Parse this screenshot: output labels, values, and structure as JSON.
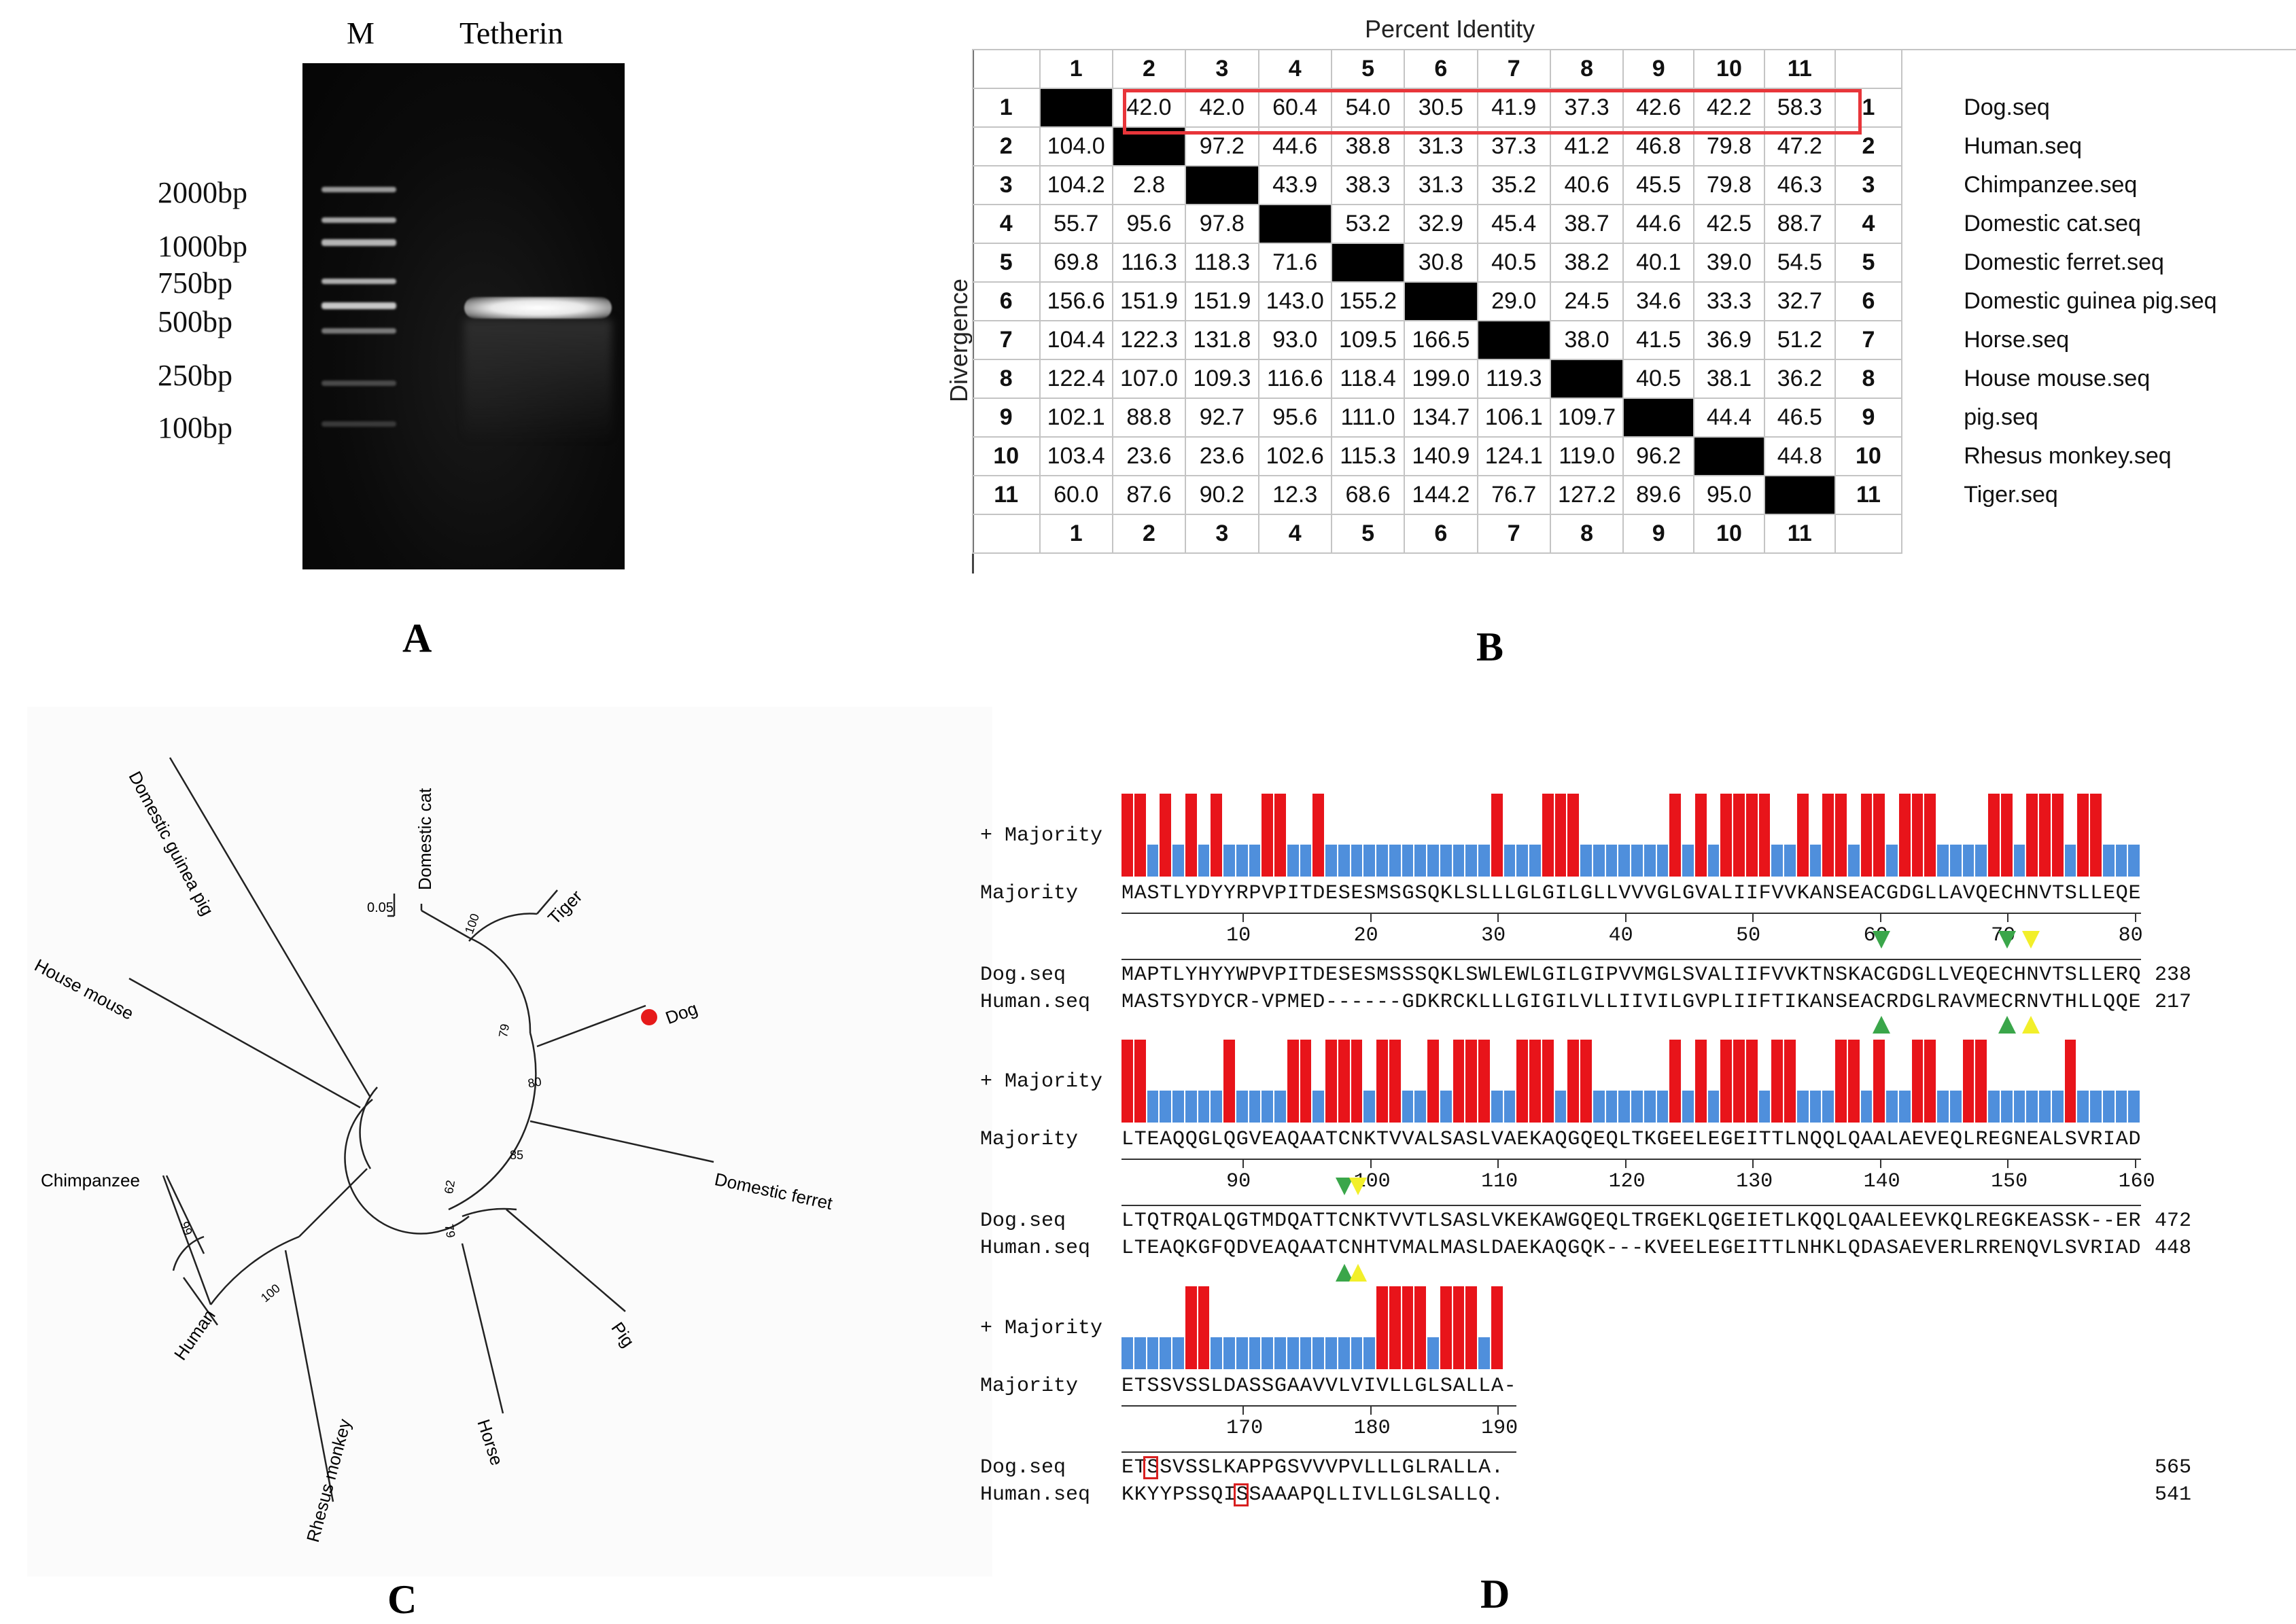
{
  "panels": {
    "A": {
      "letter": "A",
      "lane_labels": [
        "M",
        "Tetherin"
      ],
      "ladder_labels": [
        "2000bp",
        "1000bp",
        "750bp",
        "500bp",
        "250bp",
        "100bp"
      ]
    },
    "B": {
      "letter": "B",
      "top_title": "Percent Identity",
      "side_title": "Divergence",
      "indices": [
        "1",
        "2",
        "3",
        "4",
        "5",
        "6",
        "7",
        "8",
        "9",
        "10",
        "11"
      ],
      "sequences": [
        "Dog.seq",
        "Human.seq",
        "Chimpanzee.seq",
        "Domestic cat.seq",
        "Domestic ferret.seq",
        "Domestic guinea pig.seq",
        "Horse.seq",
        "House mouse.seq",
        "pig.seq",
        "Rhesus monkey.seq",
        "Tiger.seq"
      ],
      "matrix": [
        [
          "",
          "42.0",
          "42.0",
          "60.4",
          "54.0",
          "30.5",
          "41.9",
          "37.3",
          "42.6",
          "42.2",
          "58.3"
        ],
        [
          "104.0",
          "",
          "97.2",
          "44.6",
          "38.8",
          "31.3",
          "37.3",
          "41.2",
          "46.8",
          "79.8",
          "47.2"
        ],
        [
          "104.2",
          "2.8",
          "",
          "43.9",
          "38.3",
          "31.3",
          "35.2",
          "40.6",
          "45.5",
          "79.8",
          "46.3"
        ],
        [
          "55.7",
          "95.6",
          "97.8",
          "",
          "53.2",
          "32.9",
          "45.4",
          "38.7",
          "44.6",
          "42.5",
          "88.7"
        ],
        [
          "69.8",
          "116.3",
          "118.3",
          "71.6",
          "",
          "30.8",
          "40.5",
          "38.2",
          "40.1",
          "39.0",
          "54.5"
        ],
        [
          "156.6",
          "151.9",
          "151.9",
          "143.0",
          "155.2",
          "",
          "29.0",
          "24.5",
          "34.6",
          "33.3",
          "32.7"
        ],
        [
          "104.4",
          "122.3",
          "131.8",
          "93.0",
          "109.5",
          "166.5",
          "",
          "38.0",
          "41.5",
          "36.9",
          "51.2"
        ],
        [
          "122.4",
          "107.0",
          "109.3",
          "116.6",
          "118.4",
          "199.0",
          "119.3",
          "",
          "40.5",
          "38.1",
          "36.2"
        ],
        [
          "102.1",
          "88.8",
          "92.7",
          "95.6",
          "111.0",
          "134.7",
          "106.1",
          "109.7",
          "",
          "44.4",
          "46.5"
        ],
        [
          "103.4",
          "23.6",
          "23.6",
          "102.6",
          "115.3",
          "140.9",
          "124.1",
          "119.0",
          "96.2",
          "",
          "44.8"
        ],
        [
          "60.0",
          "87.6",
          "90.2",
          "12.3",
          "68.6",
          "144.2",
          "76.7",
          "127.2",
          "89.6",
          "95.0",
          ""
        ]
      ]
    },
    "C": {
      "letter": "C",
      "scale": "0.05",
      "taxa": [
        "Domestic guinea pig",
        "Domestic cat",
        "Tiger",
        "Dog",
        "House mouse",
        "Domestic ferret",
        "Chimpanzee",
        "Human",
        "Rhesus monkey",
        "Horse",
        "Pig"
      ],
      "bootstraps": [
        "100",
        "79",
        "80",
        "85",
        "62",
        "79",
        "99",
        "100"
      ]
    },
    "D": {
      "letter": "D",
      "blocks": [
        {
          "plus_majority": "+ Majority",
          "majority_label": "Majority",
          "majority_seq": "MASTLYDYYRPVPITDESESMSGSQKLSLLLGLGILGLLVVVGLGVALIIFVVKANSEACGDGLLAVQECHNVTSLLEQE",
          "ruler": [
            "10",
            "20",
            "30",
            "40",
            "50",
            "60",
            "70",
            "80"
          ],
          "rows": [
            {
              "name": "Dog.seq",
              "seq": "MAPTLYHYYWPVPITDESESMSSSQKLSWLEWLGILGIPVVMGLSVALIIFVVKTNSKACGDGLLVEQECHNVTSLLERQ",
              "end": "238"
            },
            {
              "name": "Human.seq",
              "seq": "MASTSYDYCR-VPMED------GDKRCKLLLGIGILVLLIIVILGVPLIIFTIKANSEACRDGLRAVMECRNVTHLLQQE",
              "end": "217"
            }
          ]
        },
        {
          "plus_majority": "+ Majority",
          "majority_label": "Majority",
          "majority_seq": "LTEAQQGLQGVEAQAATCNKTVVALSASLVAEKAQGQEQLTKGEELEGEITTLNQQLQAALAEVEQLREGNEALSVRIAD",
          "ruler": [
            "90",
            "100",
            "110",
            "120",
            "130",
            "140",
            "150",
            "160"
          ],
          "rows": [
            {
              "name": "Dog.seq",
              "seq": "LTQTRQALQGTMDQATTCNKTVVTLSASLVKEKAWGQEQLTRGEKLQGEIETLKQQLQAALEEVKQLREGKEASSK--ER",
              "end": "472"
            },
            {
              "name": "Human.seq",
              "seq": "LTEAQKGFQDVEAQAATCNHTVMALMASLDAEKAQGQK---KVEELEGEITTLNHKLQDASAEVERLRRENQVLSVRIAD",
              "end": "448"
            }
          ]
        },
        {
          "plus_majority": "+ Majority",
          "majority_label": "Majority",
          "majority_seq": "ETSSVSSLDASSGAAVVLVIVLLGLSALLA-",
          "ruler": [
            "170",
            "180",
            "190"
          ],
          "rows": [
            {
              "name": "Dog.seq",
              "seq": "ETSSVSSLKAPPGSVVVPVLLLGLRALLA.",
              "end": "565"
            },
            {
              "name": "Human.seq",
              "seq": "KKYYPSSQISSAAAPQLLIVLLGLSALLQ.",
              "end": "541"
            }
          ]
        }
      ],
      "colors": {
        "red": "#e8141a",
        "blue": "#4f8fdc",
        "green": "#3aa64a",
        "yellow": "#f2ef2a"
      }
    }
  }
}
